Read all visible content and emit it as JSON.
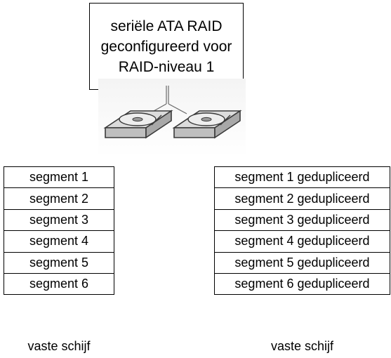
{
  "header": {
    "lines": [
      "seriële ATA RAID",
      "geconfigureerd voor",
      "RAID-niveau 1"
    ]
  },
  "left_disk": {
    "segments": [
      "segment 1",
      "segment 2",
      "segment 3",
      "segment 4",
      "segment 5",
      "segment 6"
    ],
    "label": "vaste schijf"
  },
  "right_disk": {
    "segments": [
      "segment 1 gedupliceerd",
      "segment 2 gedupliceerd",
      "segment 3 gedupliceerd",
      "segment 4 gedupliceerd",
      "segment 5 gedupliceerd",
      "segment 6 gedupliceerd"
    ],
    "label": "vaste schijf"
  },
  "colors": {
    "border": "#000000",
    "disk_fill": "#e6e6e6",
    "disk_stroke": "#3a3a3a"
  },
  "icons": [
    "hard-drive-icon",
    "hard-drive-icon"
  ]
}
